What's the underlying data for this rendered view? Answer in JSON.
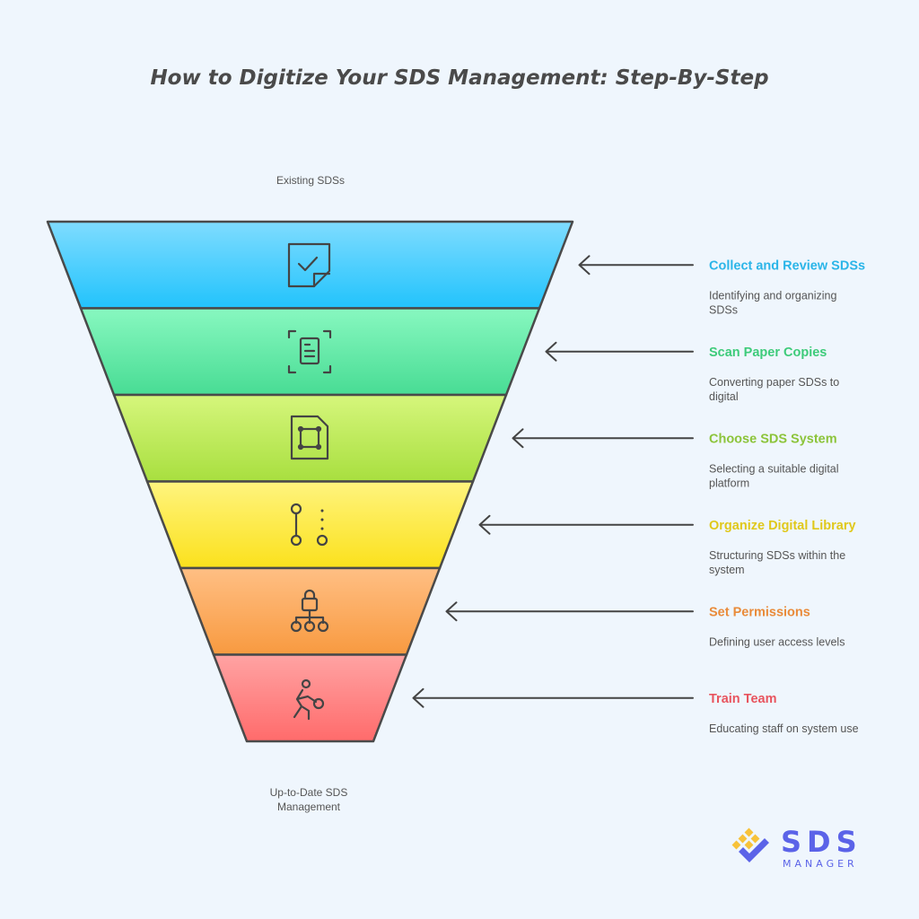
{
  "title": "How to Digitize Your SDS Management: Step-By-Step",
  "top_label": "Existing SDSs",
  "bottom_label": [
    "Up-to-Date SDS",
    "Management"
  ],
  "steps": [
    {
      "title": "Collect and Review SDSs",
      "desc": [
        "Identifying and organizing",
        "SDSs"
      ],
      "color": "#2bb5e8",
      "icon": "checked-document-icon"
    },
    {
      "title": "Scan Paper Copies",
      "desc": [
        "Converting paper SDSs to",
        "digital"
      ],
      "color": "#3ecb7a",
      "icon": "document-scan-icon"
    },
    {
      "title": "Choose SDS System",
      "desc": [
        "Selecting a suitable digital",
        "platform"
      ],
      "color": "#8cc43a",
      "icon": "file-select-icon"
    },
    {
      "title": "Organize Digital Library",
      "desc": [
        "Structuring SDSs within the",
        "system"
      ],
      "color": "#e0c81a",
      "icon": "git-branch-icon"
    },
    {
      "title": "Set Permissions",
      "desc": [
        "Defining user access levels",
        ""
      ],
      "color": "#e98b3a",
      "icon": "lock-hierarchy-icon"
    },
    {
      "title": "Train Team",
      "desc": [
        "Educating staff on system use",
        ""
      ],
      "color": "#e8545e",
      "icon": "person-training-icon"
    }
  ],
  "logo": {
    "main": "SDS",
    "sub": "MANAGER"
  }
}
